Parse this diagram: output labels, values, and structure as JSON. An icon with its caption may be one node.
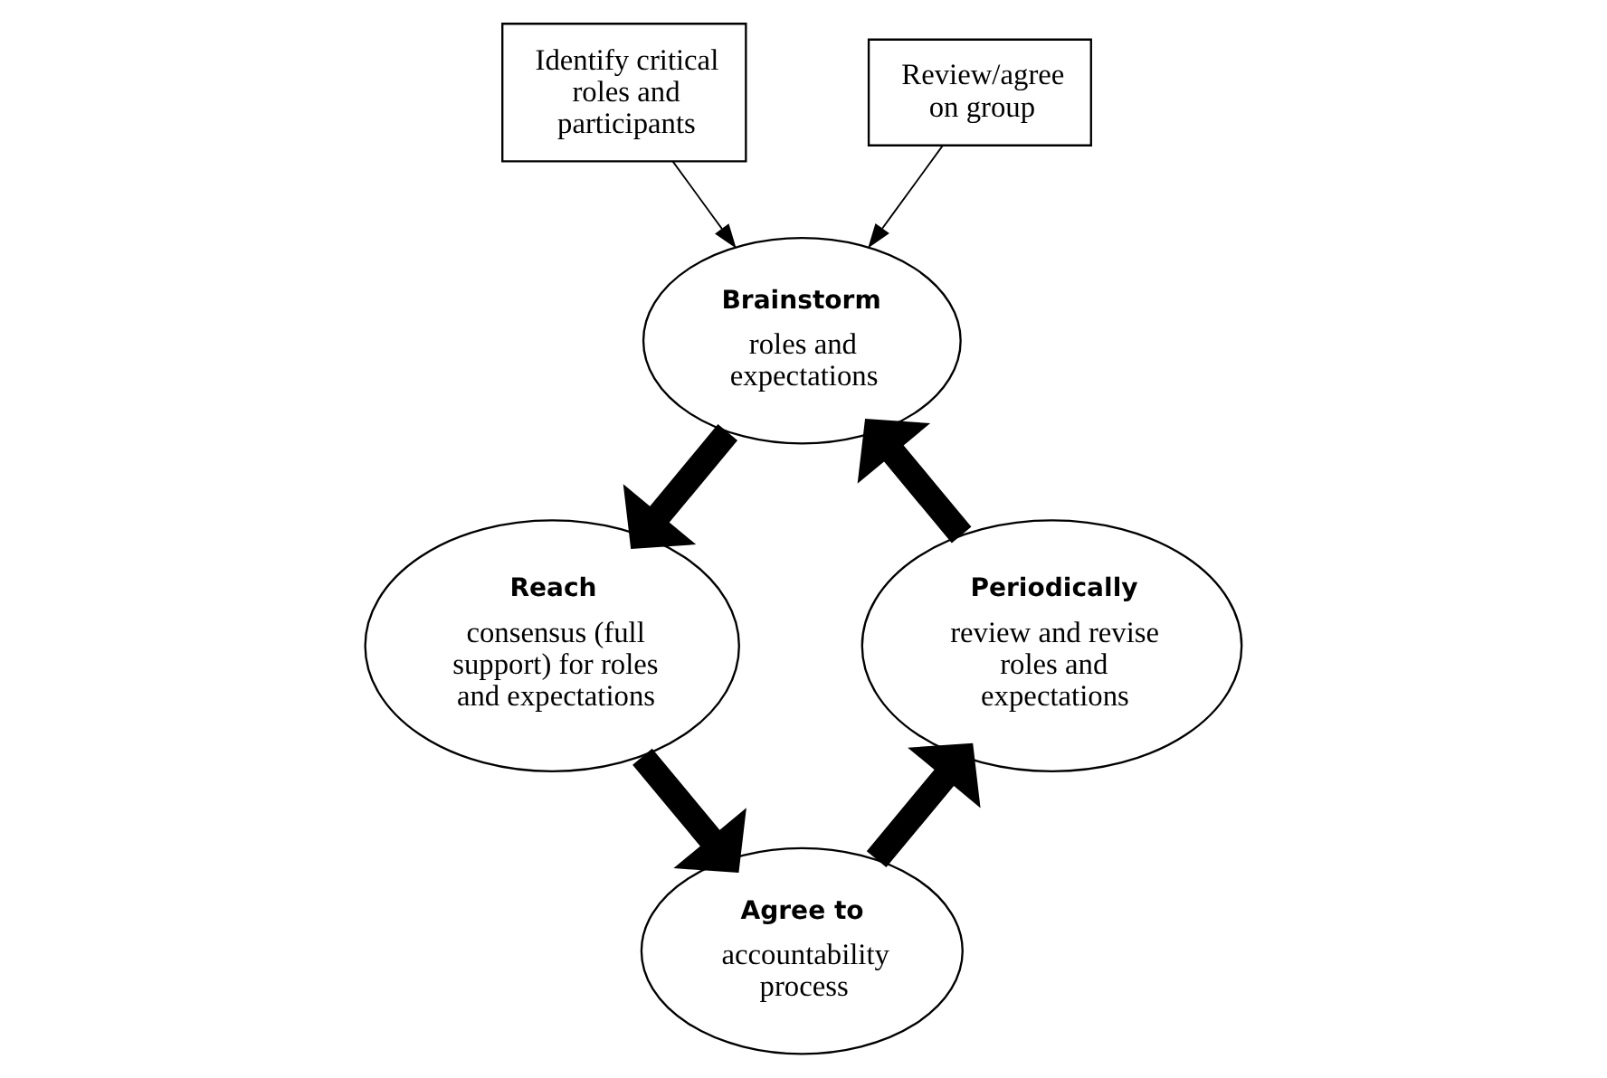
{
  "diagram": {
    "nodes": [
      {
        "text": [
          "Identify critical roles and participants"
        ]
      },
      {
        "text": [
          "Review/agree on group"
        ]
      },
      {
        "text": [
          "Brainstorm",
          "roles and expectations"
        ]
      },
      {
        "text": [
          "Reach",
          "consensus (full support) for roles and expectations"
        ]
      },
      {
        "text": [
          "Agree to",
          "accountability process"
        ]
      },
      {
        "text": [
          "Periodically",
          "review and revise roles and expectations"
        ]
      }
    ],
    "edges": [
      {
        "from": 0,
        "to": 2,
        "arrow": "to"
      },
      {
        "from": 1,
        "to": 2,
        "arrow": "to"
      },
      {
        "from": 2,
        "to": 3,
        "arrow": "to"
      },
      {
        "from": 3,
        "to": 4,
        "arrow": "to"
      },
      {
        "from": 4,
        "to": 5,
        "arrow": "to"
      },
      {
        "from": 5,
        "to": 2,
        "arrow": "to"
      }
    ]
  }
}
